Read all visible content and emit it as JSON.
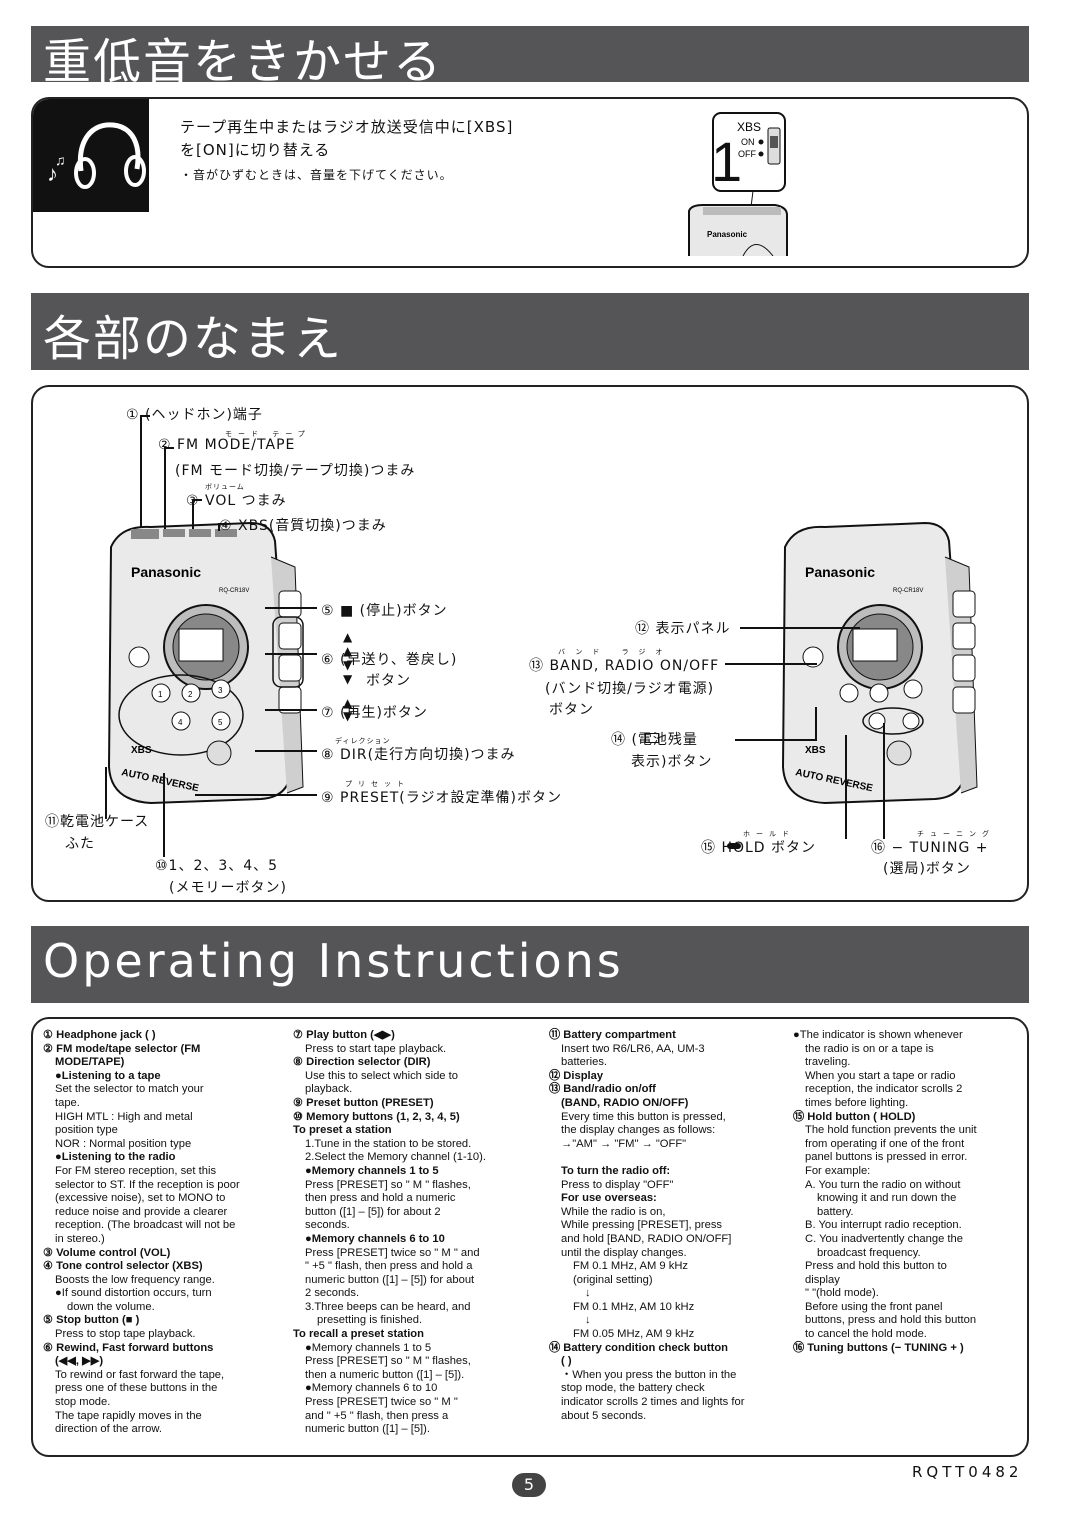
{
  "section1": {
    "title": "重低音をきかせる",
    "instruction_line1": "テープ再生中またはラジオ放送受信中に[XBS]",
    "instruction_line2": "を[ON]に切り替える",
    "note": "・音がひずむときは、音量を下げてください。",
    "figure": {
      "step": "1",
      "xbs": "XBS",
      "on": "ON",
      "off": "OFF",
      "brand_small": "Panasonic"
    }
  },
  "section2": {
    "title": "各部のなまえ",
    "brand": "Panasonic",
    "model": "RQ-CR18V",
    "callouts": {
      "c1": "①  (ヘッドホン)端子",
      "c2_ruby": "モード テープ",
      "c2": "② FM MODE/TAPE",
      "c2b": "(FM モード切換/テープ切換)つまみ",
      "c3_ruby": "ボリューム",
      "c3": "③ VOL つまみ",
      "c4": "④ XBS(音質切換)つまみ",
      "c5": "⑤ ■ (停止)ボタン",
      "c6": "⑥     (早送り、巻戻し)",
      "c6b": "ボタン",
      "c7": "⑦     (再生)ボタン",
      "c8_ruby": "ディレクション",
      "c8": "⑧ DIR(走行方向切換)つまみ",
      "c9_ruby": "プリセット",
      "c9": "⑨ PRESET(ラジオ設定準備)ボタン",
      "c10": "⑩1、2、3、4、5",
      "c10b": "(メモリーボタン)",
      "c11": "⑪乾電池ケース",
      "c11b": "ふた",
      "c12": "⑫ 表示パネル",
      "c13_ruby": "バンド ラジオ",
      "c13": "⑬ BAND, RADIO ON/OFF",
      "c13b": "(バンド切換/ラジオ電源)",
      "c13c": "ボタン",
      "c14": "⑭    (電池残量",
      "c14b": "表示)ボタン",
      "c15_ruby": "ホールド",
      "c15": "⑮  HOLD ボタン",
      "c16_ruby": "チューニング",
      "c16": "⑯ −  TUNING  +",
      "c16b": "(選局)ボタン"
    }
  },
  "section3": {
    "title": "Operating Instructions",
    "col1": [
      {
        "t": "① Headphone jack ( )",
        "b": true
      },
      {
        "t": "② FM mode/tape selector (FM",
        "b": true
      },
      {
        "t": "MODE/TAPE)",
        "b": true,
        "i": 1
      },
      {
        "t": "●Listening to a tape",
        "b": true,
        "i": 1
      },
      {
        "t": "Set the selector to match your",
        "i": 1
      },
      {
        "t": "tape.",
        "i": 1
      },
      {
        "t": "HIGH  MTL : High and metal",
        "i": 1
      },
      {
        "t": "                       position type",
        "i": 1
      },
      {
        "t": "NOR           : Normal position type",
        "i": 1
      },
      {
        "t": "●Listening to the radio",
        "b": true,
        "i": 1
      },
      {
        "t": "For FM stereo reception, set this",
        "i": 1
      },
      {
        "t": "selector to ST. If the reception is poor",
        "i": 1
      },
      {
        "t": "(excessive noise), set to MONO to",
        "i": 1
      },
      {
        "t": "reduce noise and provide a clearer",
        "i": 1
      },
      {
        "t": "reception. (The broadcast will not be",
        "i": 1
      },
      {
        "t": "in stereo.)",
        "i": 1
      },
      {
        "t": "③ Volume control (VOL)",
        "b": true
      },
      {
        "t": "④ Tone control selector (XBS)",
        "b": true
      },
      {
        "t": "Boosts the low frequency range.",
        "i": 1
      },
      {
        "t": "●If sound distortion occurs, turn",
        "i": 1
      },
      {
        "t": "down the volume.",
        "i": 2
      },
      {
        "t": "⑤ Stop button (■ )",
        "b": true
      },
      {
        "t": "Press to stop tape playback.",
        "i": 1
      },
      {
        "t": "⑥ Rewind, Fast forward buttons",
        "b": true
      },
      {
        "t": "(◀◀, ▶▶)",
        "b": true,
        "i": 1
      },
      {
        "t": "To rewind or fast forward the tape,",
        "i": 1
      },
      {
        "t": "press one of these buttons in the",
        "i": 1
      },
      {
        "t": "stop mode.",
        "i": 1
      },
      {
        "t": "The tape rapidly moves in the",
        "i": 1
      },
      {
        "t": "direction of the arrow.",
        "i": 1
      }
    ],
    "col2": [
      {
        "t": "⑦ Play button (◀▶)",
        "b": true
      },
      {
        "t": "Press to start tape playback.",
        "i": 1
      },
      {
        "t": "⑧ Direction selector (DIR)",
        "b": true
      },
      {
        "t": "Use this to select which side to",
        "i": 1
      },
      {
        "t": "playback.",
        "i": 1
      },
      {
        "t": "⑨ Preset button (PRESET)",
        "b": true
      },
      {
        "t": "⑩ Memory buttons (1, 2, 3, 4, 5)",
        "b": true
      },
      {
        "t": "To preset a station",
        "b": true
      },
      {
        "t": "1.Tune in the station to be stored.",
        "i": 1
      },
      {
        "t": "2.Select the Memory channel (1-10).",
        "i": 1
      },
      {
        "t": "●Memory channels 1 to 5",
        "b": true,
        "i": 1
      },
      {
        "t": "Press [PRESET] so \" M \" flashes,",
        "i": 1
      },
      {
        "t": "then press and hold a numeric",
        "i": 1
      },
      {
        "t": "button ([1] – [5]) for about 2",
        "i": 1
      },
      {
        "t": "seconds.",
        "i": 1
      },
      {
        "t": "●Memory channels 6 to 10",
        "b": true,
        "i": 1
      },
      {
        "t": "Press [PRESET] twice so \" M \" and",
        "i": 1
      },
      {
        "t": "\" +5 \" flash, then press and hold a",
        "i": 1
      },
      {
        "t": "numeric button ([1] – [5]) for about",
        "i": 1
      },
      {
        "t": "2 seconds.",
        "i": 1
      },
      {
        "t": "3.Three beeps can be heard, and",
        "i": 1
      },
      {
        "t": "presetting is finished.",
        "i": 2
      },
      {
        "t": "To recall a preset station",
        "b": true
      },
      {
        "t": "●Memory channels 1 to 5",
        "i": 1
      },
      {
        "t": "Press [PRESET] so \" M \" flashes,",
        "i": 1
      },
      {
        "t": "then a numeric button ([1] – [5]).",
        "i": 1
      },
      {
        "t": "●Memory channels 6 to 10",
        "i": 1
      },
      {
        "t": "Press [PRESET] twice so \" M \"",
        "i": 1
      },
      {
        "t": "and \" +5 \" flash, then press a",
        "i": 1
      },
      {
        "t": "numeric button ([1] – [5]).",
        "i": 1
      }
    ],
    "col3": [
      {
        "t": "⑪ Battery compartment",
        "b": true
      },
      {
        "t": "Insert two R6/LR6, AA, UM-3",
        "i": 1
      },
      {
        "t": "batteries.",
        "i": 1
      },
      {
        "t": "⑫ Display",
        "b": true
      },
      {
        "t": "⑬ Band/radio on/off",
        "b": true
      },
      {
        "t": "(BAND, RADIO ON/OFF)",
        "b": true,
        "i": 1
      },
      {
        "t": "Every time this button is pressed,",
        "i": 1
      },
      {
        "t": "the display changes as follows:",
        "i": 1
      },
      {
        "t": "→\"AM\" → \"FM\" → \"OFF\"",
        "i": 1
      },
      {
        "t": ""
      },
      {
        "t": "To turn the radio off:",
        "b": true,
        "i": 1
      },
      {
        "t": "Press to display \"OFF\"",
        "i": 1
      },
      {
        "t": "For use overseas:",
        "b": true,
        "i": 1
      },
      {
        "t": "While the radio is on,",
        "i": 1
      },
      {
        "t": "While pressing [PRESET], press",
        "i": 1
      },
      {
        "t": "and hold [BAND, RADIO ON/OFF]",
        "i": 1
      },
      {
        "t": "until the display changes.",
        "i": 1
      },
      {
        "t": "FM 0.1 MHz, AM 9 kHz",
        "i": 2
      },
      {
        "t": "(original setting)",
        "i": 2
      },
      {
        "t": "↓",
        "i": 3
      },
      {
        "t": "FM 0.1 MHz, AM 10 kHz",
        "i": 2
      },
      {
        "t": "↓",
        "i": 3
      },
      {
        "t": "FM 0.05 MHz, AM 9 kHz",
        "i": 2
      },
      {
        "t": "⑭ Battery condition check button",
        "b": true
      },
      {
        "t": "(   )",
        "b": true,
        "i": 1
      },
      {
        "t": "・When you press the button in the",
        "i": 1
      },
      {
        "t": "stop mode, the battery check",
        "i": 1
      },
      {
        "t": "indicator scrolls 2 times and lights for",
        "i": 1
      },
      {
        "t": "about 5 seconds.",
        "i": 1
      }
    ],
    "col4": [
      {
        "t": "●The indicator is shown whenever",
        "i": 0
      },
      {
        "t": "the radio is on or a tape is",
        "i": 1
      },
      {
        "t": "traveling.",
        "i": 1
      },
      {
        "t": "When you start a tape or radio",
        "i": 1
      },
      {
        "t": "reception, the indicator scrolls 2",
        "i": 1
      },
      {
        "t": "times before lighting.",
        "i": 1
      },
      {
        "t": "⑮ Hold button (  HOLD)",
        "b": true
      },
      {
        "t": "The hold function prevents the unit",
        "i": 1
      },
      {
        "t": "from operating if one of the front",
        "i": 1
      },
      {
        "t": "panel buttons is pressed in error.",
        "i": 1
      },
      {
        "t": "For example:",
        "i": 1
      },
      {
        "t": "A. You turn the radio on without",
        "i": 1
      },
      {
        "t": "knowing it and run down the",
        "i": 2
      },
      {
        "t": "battery.",
        "i": 2
      },
      {
        "t": "B. You interrupt radio reception.",
        "i": 1
      },
      {
        "t": "C. You inadvertently change the",
        "i": 1
      },
      {
        "t": "broadcast frequency.",
        "i": 2
      },
      {
        "t": "Press and hold this button to",
        "i": 1
      },
      {
        "t": "display",
        "i": 1
      },
      {
        "t": "\"  \"(hold mode).",
        "i": 1
      },
      {
        "t": "Before using the front panel",
        "i": 1
      },
      {
        "t": "buttons, press and hold this button",
        "i": 1
      },
      {
        "t": "to cancel the hold mode.",
        "i": 1
      },
      {
        "t": "⑯ Tuning buttons (−   TUNING  + )",
        "b": true
      }
    ]
  },
  "footer": {
    "doc_code": "RQTT0482",
    "page": "5"
  }
}
